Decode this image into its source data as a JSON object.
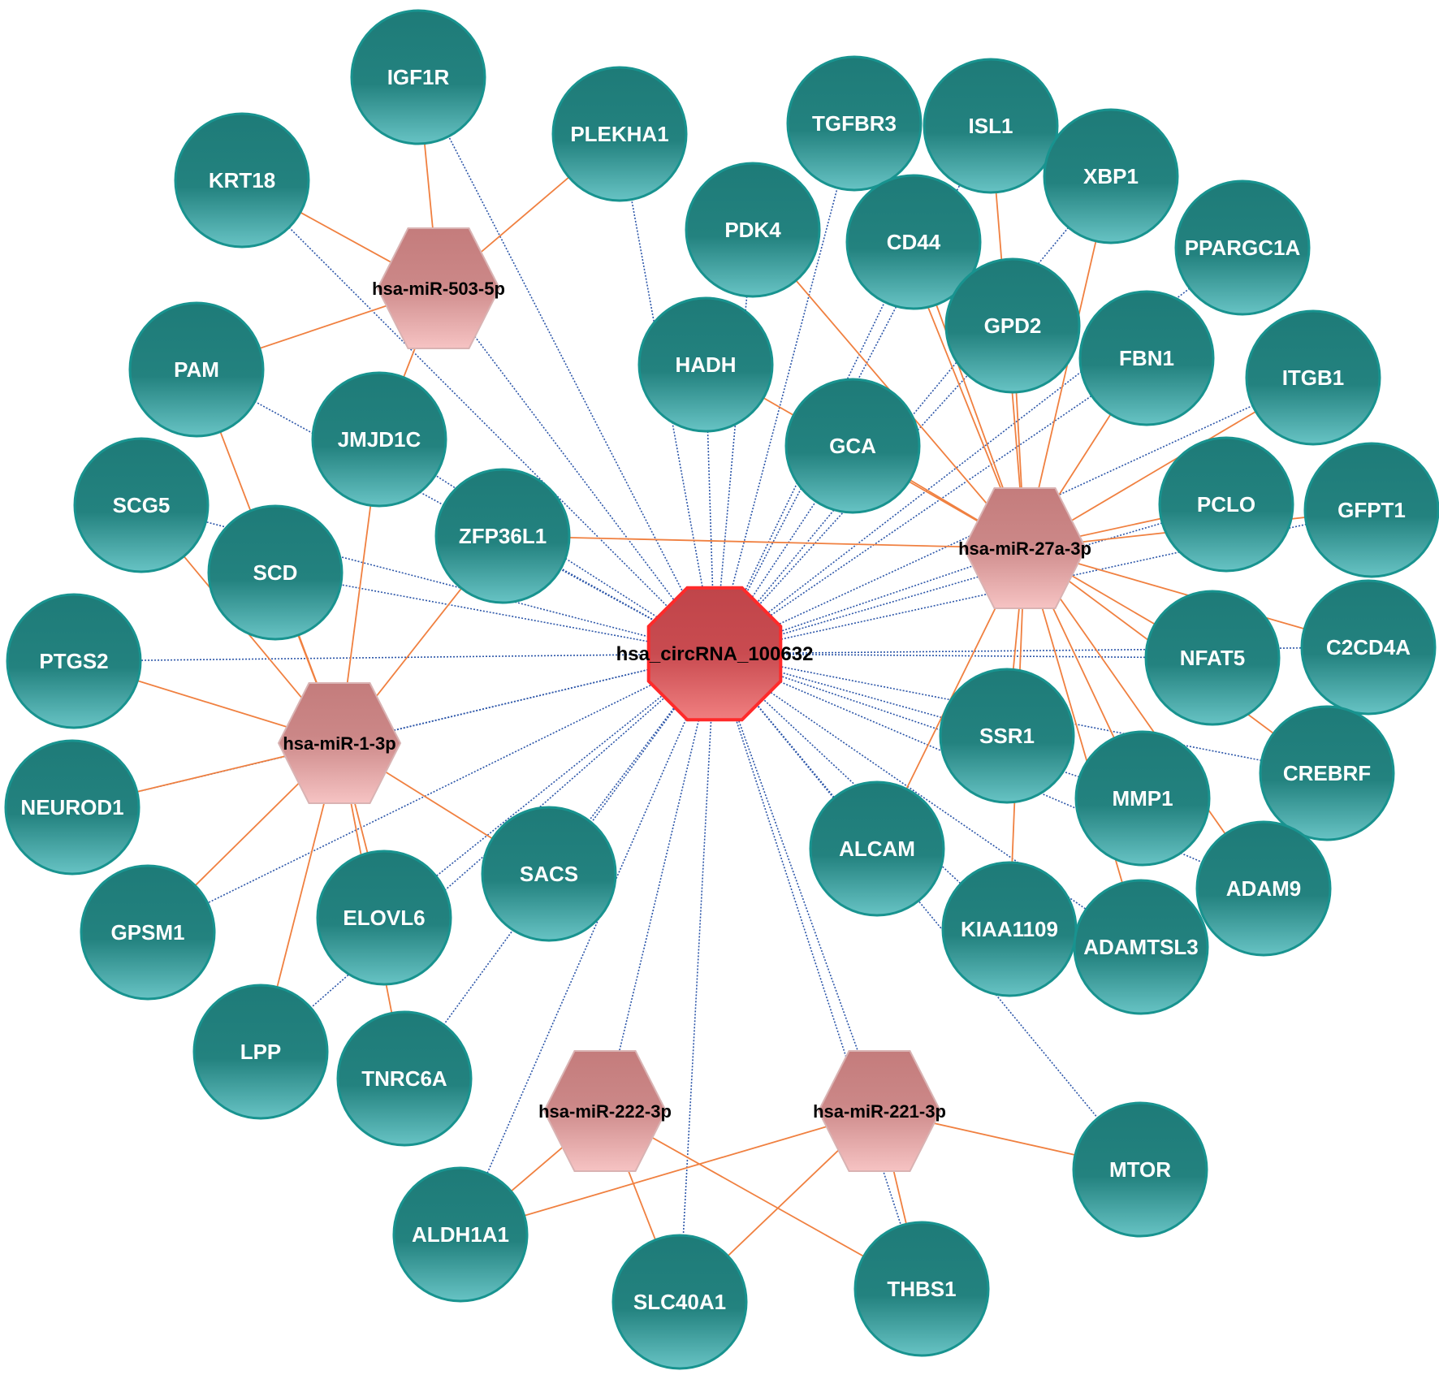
{
  "colors": {
    "gene_fill_top": "#1e7b78",
    "gene_fill_bottom": "#67c3c4",
    "gene_stroke": "#18938f",
    "mirna_fill_top": "#c47c7c",
    "mirna_fill_bottom": "#f6c3c3",
    "circ_fill_top": "#c0454a",
    "circ_fill_bottom": "#f07f80",
    "circ_stroke": "#ff2a2a",
    "mirna_edge": "#f08040",
    "circ_edge": "#2b55a8"
  },
  "circrna": {
    "id": "circ",
    "label": "hsa_circRNA_100632",
    "shape": "octagon"
  },
  "mirnas": [
    {
      "id": "m503",
      "label": "hsa-miR-503-5p",
      "shape": "hexagon"
    },
    {
      "id": "m27a",
      "label": "hsa-miR-27a-3p",
      "shape": "hexagon"
    },
    {
      "id": "m1",
      "label": "hsa-miR-1-3p",
      "shape": "hexagon"
    },
    {
      "id": "m222",
      "label": "hsa-miR-222-3p",
      "shape": "hexagon"
    },
    {
      "id": "m221",
      "label": "hsa-miR-221-3p",
      "shape": "hexagon"
    }
  ],
  "genes": [
    {
      "id": "IGF1R",
      "label": "IGF1R"
    },
    {
      "id": "PLEKHA1",
      "label": "PLEKHA1"
    },
    {
      "id": "KRT18",
      "label": "KRT18"
    },
    {
      "id": "TGFBR3",
      "label": "TGFBR3"
    },
    {
      "id": "ISL1",
      "label": "ISL1"
    },
    {
      "id": "XBP1",
      "label": "XBP1"
    },
    {
      "id": "PDK4",
      "label": "PDK4"
    },
    {
      "id": "CD44",
      "label": "CD44"
    },
    {
      "id": "PPARGC1A",
      "label": "PPARGC1A"
    },
    {
      "id": "GPD2",
      "label": "GPD2"
    },
    {
      "id": "PAM",
      "label": "PAM"
    },
    {
      "id": "HADH",
      "label": "HADH"
    },
    {
      "id": "FBN1",
      "label": "FBN1"
    },
    {
      "id": "ITGB1",
      "label": "ITGB1"
    },
    {
      "id": "JMJD1C",
      "label": "JMJD1C"
    },
    {
      "id": "GCA",
      "label": "GCA"
    },
    {
      "id": "SCG5",
      "label": "SCG5"
    },
    {
      "id": "ZFP36L1",
      "label": "ZFP36L1"
    },
    {
      "id": "PCLO",
      "label": "PCLO"
    },
    {
      "id": "GFPT1",
      "label": "GFPT1"
    },
    {
      "id": "SCD",
      "label": "SCD"
    },
    {
      "id": "C2CD4A",
      "label": "C2CD4A"
    },
    {
      "id": "PTGS2",
      "label": "PTGS2"
    },
    {
      "id": "NFAT5",
      "label": "NFAT5"
    },
    {
      "id": "SSR1",
      "label": "SSR1"
    },
    {
      "id": "CREBRF",
      "label": "CREBRF"
    },
    {
      "id": "MMP1",
      "label": "MMP1"
    },
    {
      "id": "NEUROD1",
      "label": "NEUROD1"
    },
    {
      "id": "ALCAM",
      "label": "ALCAM"
    },
    {
      "id": "SACS",
      "label": "SACS"
    },
    {
      "id": "ADAM9",
      "label": "ADAM9"
    },
    {
      "id": "ELOVL6",
      "label": "ELOVL6"
    },
    {
      "id": "GPSM1",
      "label": "GPSM1"
    },
    {
      "id": "KIAA1109",
      "label": "KIAA1109"
    },
    {
      "id": "ADAMTSL3",
      "label": "ADAMTSL3"
    },
    {
      "id": "LPP",
      "label": "LPP"
    },
    {
      "id": "TNRC6A",
      "label": "TNRC6A"
    },
    {
      "id": "MTOR",
      "label": "MTOR"
    },
    {
      "id": "ALDH1A1",
      "label": "ALDH1A1"
    },
    {
      "id": "THBS1",
      "label": "THBS1"
    },
    {
      "id": "SLC40A1",
      "label": "SLC40A1"
    }
  ],
  "circ_targets": [
    "IGF1R",
    "PLEKHA1",
    "KRT18",
    "TGFBR3",
    "ISL1",
    "XBP1",
    "PDK4",
    "CD44",
    "PPARGC1A",
    "GPD2",
    "PAM",
    "HADH",
    "FBN1",
    "ITGB1",
    "JMJD1C",
    "GCA",
    "SCG5",
    "ZFP36L1",
    "PCLO",
    "GFPT1",
    "SCD",
    "C2CD4A",
    "PTGS2",
    "NFAT5",
    "SSR1",
    "CREBRF",
    "MMP1",
    "NEUROD1",
    "ALCAM",
    "SACS",
    "ADAM9",
    "ELOVL6",
    "GPSM1",
    "KIAA1109",
    "ADAMTSL3",
    "LPP",
    "TNRC6A",
    "MTOR",
    "ALDH1A1",
    "THBS1",
    "SLC40A1",
    "m503",
    "m27a",
    "m1",
    "m222",
    "m221"
  ],
  "mirna_edges": [
    [
      "m503",
      "IGF1R"
    ],
    [
      "m503",
      "PLEKHA1"
    ],
    [
      "m503",
      "KRT18"
    ],
    [
      "m503",
      "PAM"
    ],
    [
      "m503",
      "JMJD1C"
    ],
    [
      "m27a",
      "TGFBR3"
    ],
    [
      "m27a",
      "ISL1"
    ],
    [
      "m27a",
      "XBP1"
    ],
    [
      "m27a",
      "PDK4"
    ],
    [
      "m27a",
      "CD44"
    ],
    [
      "m27a",
      "GPD2"
    ],
    [
      "m27a",
      "FBN1"
    ],
    [
      "m27a",
      "HADH"
    ],
    [
      "m27a",
      "GCA"
    ],
    [
      "m27a",
      "PCLO"
    ],
    [
      "m27a",
      "GFPT1"
    ],
    [
      "m27a",
      "NFAT5"
    ],
    [
      "m27a",
      "C2CD4A"
    ],
    [
      "m27a",
      "CREBRF"
    ],
    [
      "m27a",
      "MMP1"
    ],
    [
      "m27a",
      "SSR1"
    ],
    [
      "m27a",
      "ALCAM"
    ],
    [
      "m27a",
      "KIAA1109"
    ],
    [
      "m27a",
      "ADAMTSL3"
    ],
    [
      "m27a",
      "ADAM9"
    ],
    [
      "m27a",
      "ZFP36L1"
    ],
    [
      "m27a",
      "ITGB1"
    ],
    [
      "m1",
      "PAM"
    ],
    [
      "m1",
      "JMJD1C"
    ],
    [
      "m1",
      "SCG5"
    ],
    [
      "m1",
      "ZFP36L1"
    ],
    [
      "m1",
      "SCD"
    ],
    [
      "m1",
      "PTGS2"
    ],
    [
      "m1",
      "NEUROD1"
    ],
    [
      "m1",
      "GPSM1"
    ],
    [
      "m1",
      "ELOVL6"
    ],
    [
      "m1",
      "LPP"
    ],
    [
      "m1",
      "TNRC6A"
    ],
    [
      "m1",
      "SACS"
    ],
    [
      "m222",
      "ALDH1A1"
    ],
    [
      "m222",
      "SLC40A1"
    ],
    [
      "m222",
      "THBS1"
    ],
    [
      "m221",
      "ALDH1A1"
    ],
    [
      "m221",
      "SLC40A1"
    ],
    [
      "m221",
      "THBS1"
    ],
    [
      "m221",
      "MTOR"
    ]
  ]
}
